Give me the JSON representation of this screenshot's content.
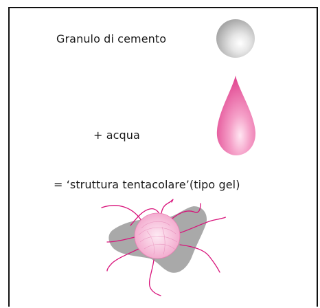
{
  "labels": {
    "cement_grain": "Granulo di cemento",
    "water": "+ acqua",
    "gel_structure": "= ‘struttura tentacolare’(tipo gel)"
  },
  "colors": {
    "frame": "#111111",
    "grain_gray": "#c8c8c8",
    "water_pink": "#e84f9a",
    "gel_gray": "#a8a8a8",
    "tentacle_magenta": "#d8127a",
    "core_pink": "#f4b3d2"
  },
  "icons": {
    "cement_grain": "gray-sphere",
    "water": "pink-droplet",
    "gel": "tentacle-structure"
  }
}
